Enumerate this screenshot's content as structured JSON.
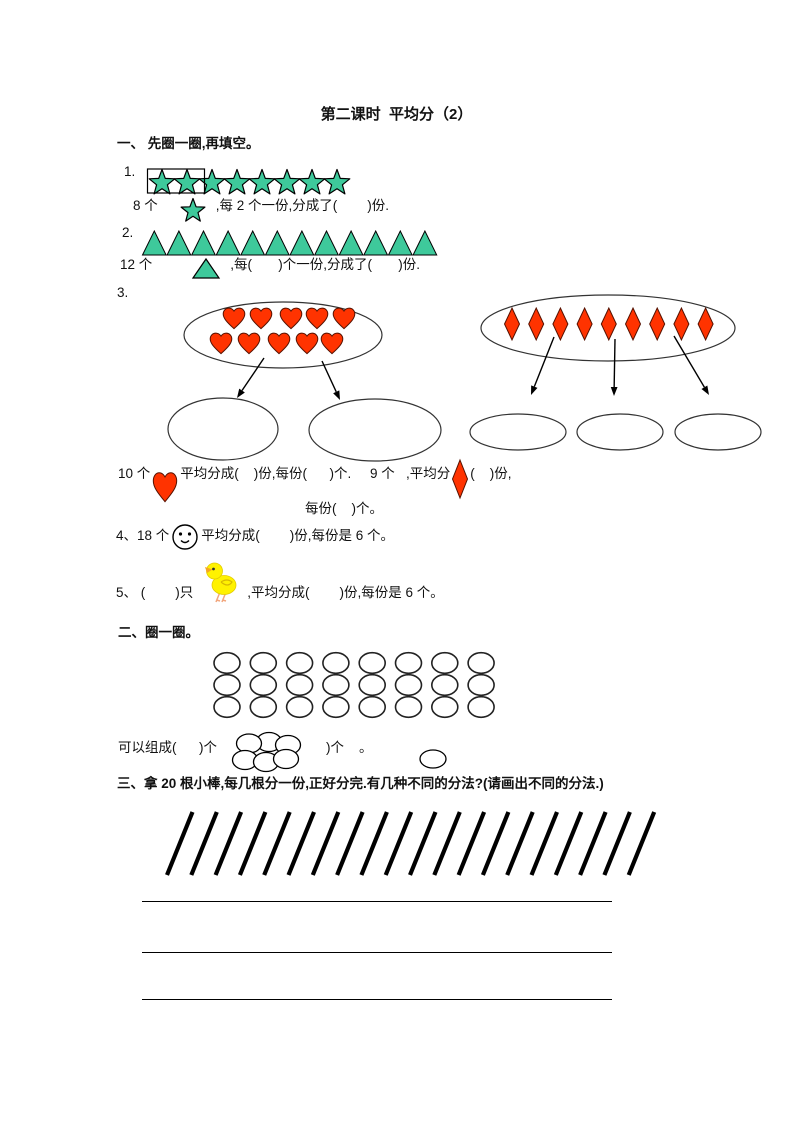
{
  "title": "第二课时  平均分（2）",
  "colors": {
    "green": "#3EC99B",
    "red": "#FF3300",
    "chick_yellow": "#FFF200",
    "ink": "#000000"
  },
  "sections": {
    "one": {
      "heading": "一、 先圈一圈,再填空。",
      "items": {
        "q1": {
          "label": "1.",
          "star_count": 8,
          "boxed_count": 2,
          "caption_a": "8 个",
          "caption_b": ",每 2 个一份,分成了(        )份."
        },
        "q2": {
          "label": "2.",
          "triangle_count": 12,
          "caption_a": "12 个",
          "caption_b": ",每(       )个一份,分成了(       )份."
        },
        "q3": {
          "label": "3.",
          "heart_count": 10,
          "diamond_count": 9,
          "left_group_blanks": 2,
          "right_group_blanks": 3,
          "caption_a": "10 个",
          "caption_b": "平均分成(    )份,每份(      )个.     9 个   ,平均分",
          "caption_c": "(    )份,",
          "caption_line2": "每份(    )个。"
        },
        "q4": {
          "prefix": "4、18 个",
          "suffix": "平均分成(        )份,每份是 6 个。"
        },
        "q5": {
          "prefix": "5、 (        )只",
          "suffix": ",平均分成(        )份,每份是 6 个。"
        }
      }
    },
    "two": {
      "heading": "二、圈一圈。",
      "oval_rows": 3,
      "oval_cols": 8,
      "compose_a": "可以组成(      )个",
      "cluster_oval_count": 6,
      "compose_b": ")个    。",
      "single_oval_count": 1
    },
    "three": {
      "heading": "三、拿 20 根小棒,每几根分一份,正好分完.有几种不同的分法?(请画出不同的分法.)",
      "stick_count": 20,
      "answer_line_count": 3
    }
  }
}
